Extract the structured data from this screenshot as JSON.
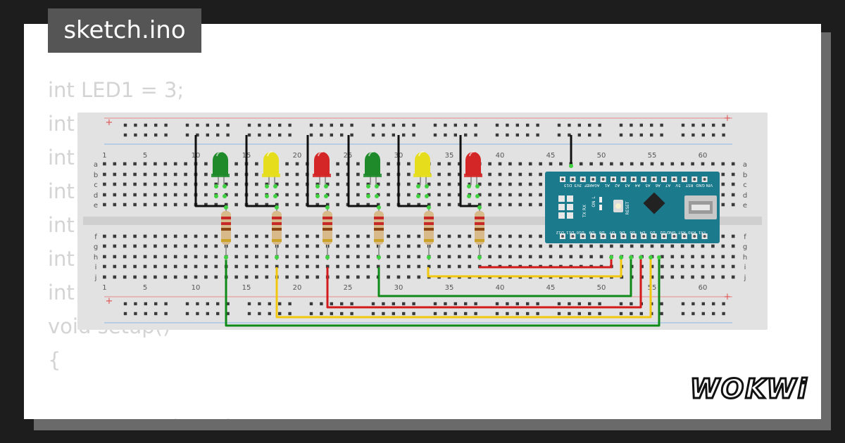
{
  "file_tab": {
    "label": "sketch.ino"
  },
  "code": {
    "lines": [
      "int LED1 = 3;",
      "int",
      "int",
      "int",
      "int",
      "int",
      "int",
      "void setup()",
      "{",
      "",
      "  // Setup Salt and O"
    ]
  },
  "breadboard": {
    "column_numbers": [
      "1",
      "5",
      "10",
      "15",
      "20",
      "25",
      "30",
      "35",
      "40",
      "45",
      "50",
      "55",
      "60"
    ],
    "rows_top": [
      "a",
      "b",
      "c",
      "d",
      "e"
    ],
    "rows_bottom": [
      "f",
      "g",
      "h",
      "i",
      "j"
    ],
    "rail_plus": "+"
  },
  "leds": [
    {
      "color_name": "green",
      "color": "#1f8a2a"
    },
    {
      "color_name": "yellow",
      "color": "#e6de1c"
    },
    {
      "color_name": "red",
      "color": "#d42626"
    },
    {
      "color_name": "green",
      "color": "#1f8a2a"
    },
    {
      "color_name": "yellow",
      "color": "#e6de1c"
    },
    {
      "color_name": "red",
      "color": "#d42626"
    }
  ],
  "arduino_nano": {
    "top_pin_labels": [
      "VIN",
      "GND",
      "RST",
      "5V",
      "A7",
      "A6",
      "A5",
      "A4",
      "A3",
      "A2",
      "A1",
      "A0",
      "AREF",
      "3V3",
      "D13"
    ],
    "bottom_pin_labels": [
      "TX1",
      "RX0",
      "RST",
      "GND",
      "D2",
      "D3",
      "D4",
      "D5",
      "D6",
      "D7",
      "D8",
      "D9",
      "D10",
      "D11",
      "D12"
    ],
    "board_labels": {
      "tx": "TX",
      "rx": "RX",
      "on": "ON",
      "l": "L",
      "reset": "RESET"
    },
    "board_color": "#1b7a8c"
  },
  "wire_colors": {
    "green": "#0e8a18",
    "yellow": "#f2c80f",
    "red": "#d41b1b",
    "black": "#111111"
  },
  "logo": {
    "text": "WOKWi"
  }
}
